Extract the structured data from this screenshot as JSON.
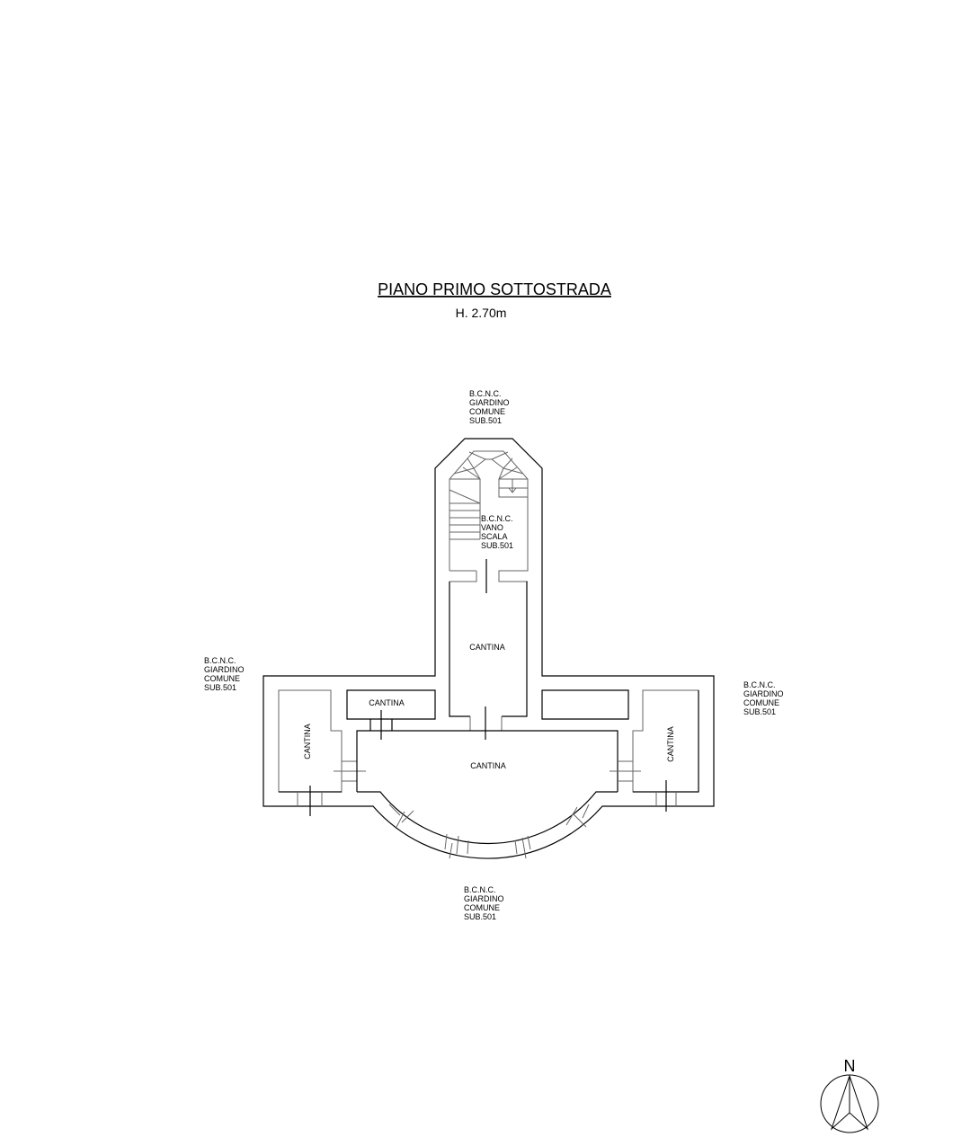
{
  "title": "PIANO PRIMO SOTTOSTRADA",
  "height_label": "H. 2.70m",
  "north_label": "N",
  "external_labels": {
    "top": [
      "B.C.N.C.",
      "GIARDINO",
      "COMUNE",
      "SUB.501"
    ],
    "left": [
      "B.C.N.C.",
      "GIARDINO",
      "COMUNE",
      "SUB.501"
    ],
    "right": [
      "B.C.N.C.",
      "GIARDINO",
      "COMUNE",
      "SUB.501"
    ],
    "bottom": [
      "B.C.N.C.",
      "GIARDINO",
      "COMUNE",
      "SUB.501"
    ]
  },
  "stair_label": [
    "B.C.N.C.",
    "VANO",
    "SCALA",
    "SUB.501"
  ],
  "rooms": {
    "central_upper": "CANTINA",
    "upper_left": "CANTINA",
    "left": "CANTINA",
    "main": "CANTINA",
    "right": "CANTINA"
  }
}
